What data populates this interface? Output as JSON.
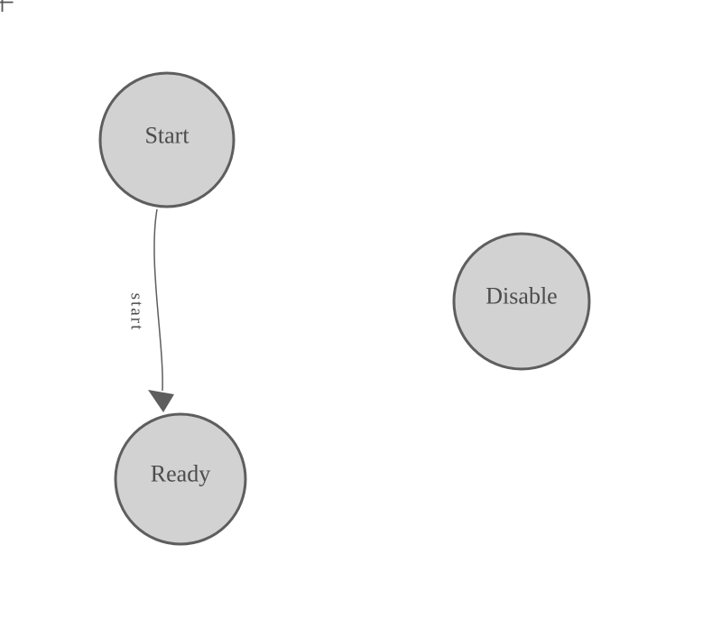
{
  "canvas": {
    "background": "#ffffff"
  },
  "colors": {
    "node_fill": "#d2d2d2",
    "node_stroke": "#5e5e5e",
    "node_label": "#4c4c4c",
    "edge_stroke": "#5e5e5e",
    "arrowhead_fill": "#5e5e5e",
    "edge_label": "#4c4c4c",
    "origin_marker": "#555555"
  },
  "diagram": {
    "nodes": [
      {
        "id": "start",
        "label": "Start"
      },
      {
        "id": "ready",
        "label": "Ready"
      },
      {
        "id": "disable",
        "label": "Disable"
      }
    ],
    "edges": [
      {
        "from": "start",
        "to": "ready",
        "label": "start"
      }
    ]
  }
}
